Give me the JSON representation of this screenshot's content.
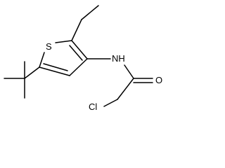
{
  "diagram": {
    "type": "chemical-structure",
    "atoms": {
      "sulfur": "S",
      "nitrogen": "NH",
      "oxygen": "O",
      "chlorine": "Cl"
    },
    "bond_color": "#000000",
    "background": "#ffffff"
  }
}
